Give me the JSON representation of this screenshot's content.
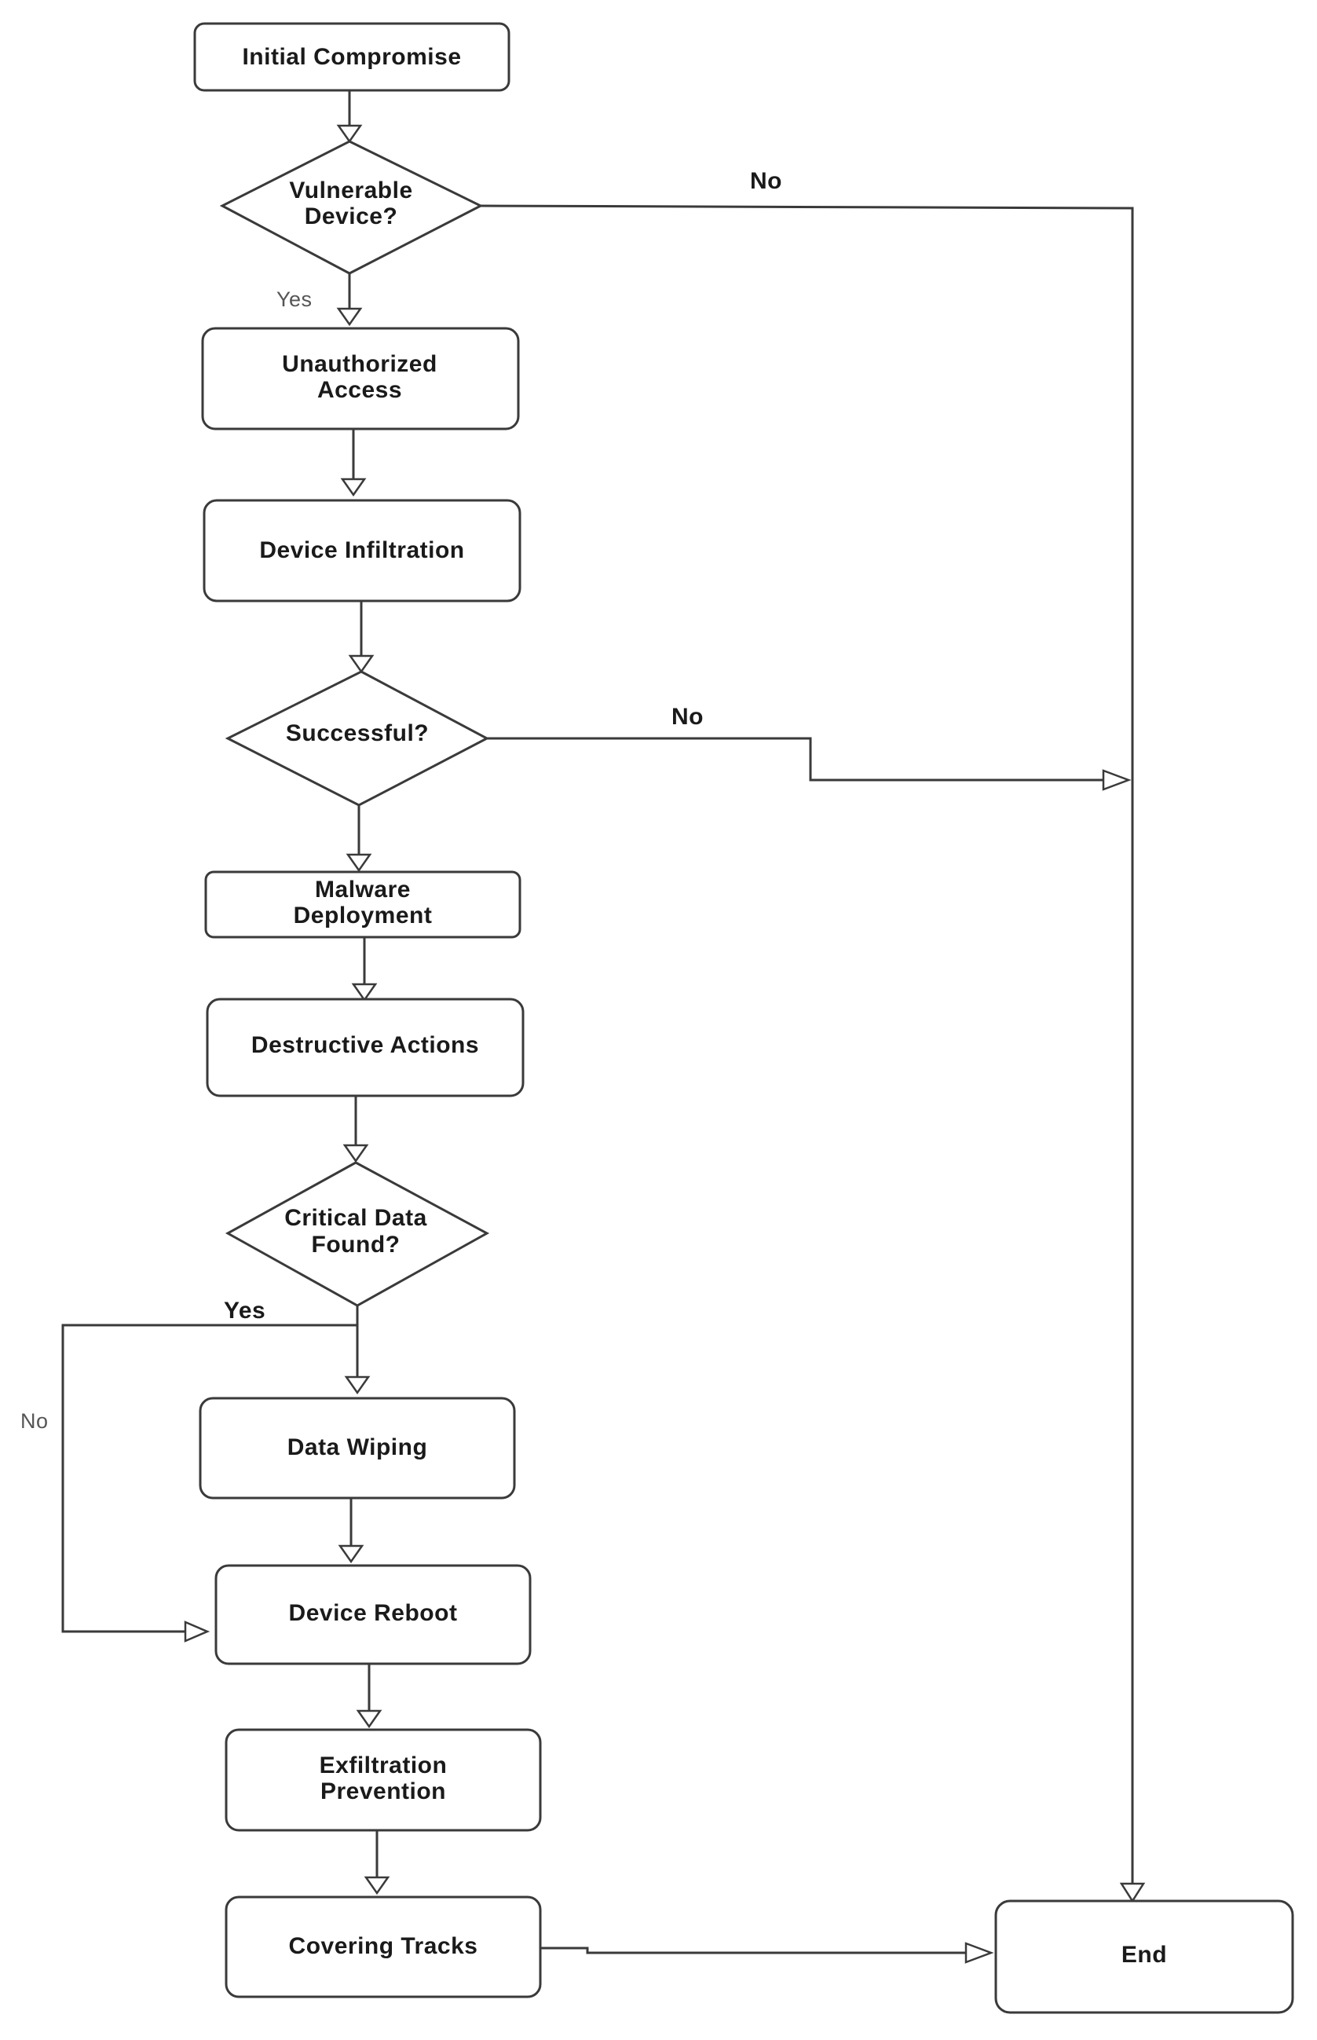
{
  "nodes": {
    "initial_compromise": "Initial Compromise",
    "vulnerable_device_q_line1": "Vulnerable",
    "vulnerable_device_q_line2": "Device?",
    "unauthorized_access_line1": "Unauthorized",
    "unauthorized_access_line2": "Access",
    "device_infiltration": "Device Infiltration",
    "successful_q": "Successful?",
    "malware_deployment_line1": "Malware",
    "malware_deployment_line2": "Deployment",
    "destructive_actions": "Destructive Actions",
    "critical_data_found_q_line1": "Critical Data",
    "critical_data_found_q_line2": "Found?",
    "data_wiping": "Data Wiping",
    "device_reboot": "Device Reboot",
    "exfiltration_prevention_line1": "Exfiltration",
    "exfiltration_prevention_line2": "Prevention",
    "covering_tracks": "Covering Tracks",
    "end": "End"
  },
  "edge_labels": {
    "vulnerable_yes": "Yes",
    "vulnerable_no": "No",
    "successful_no": "No",
    "critical_yes": "Yes",
    "critical_no": "No"
  },
  "colors": {
    "stroke": "#3a3a3a",
    "text": "#1a1a1a",
    "background": "#ffffff"
  }
}
